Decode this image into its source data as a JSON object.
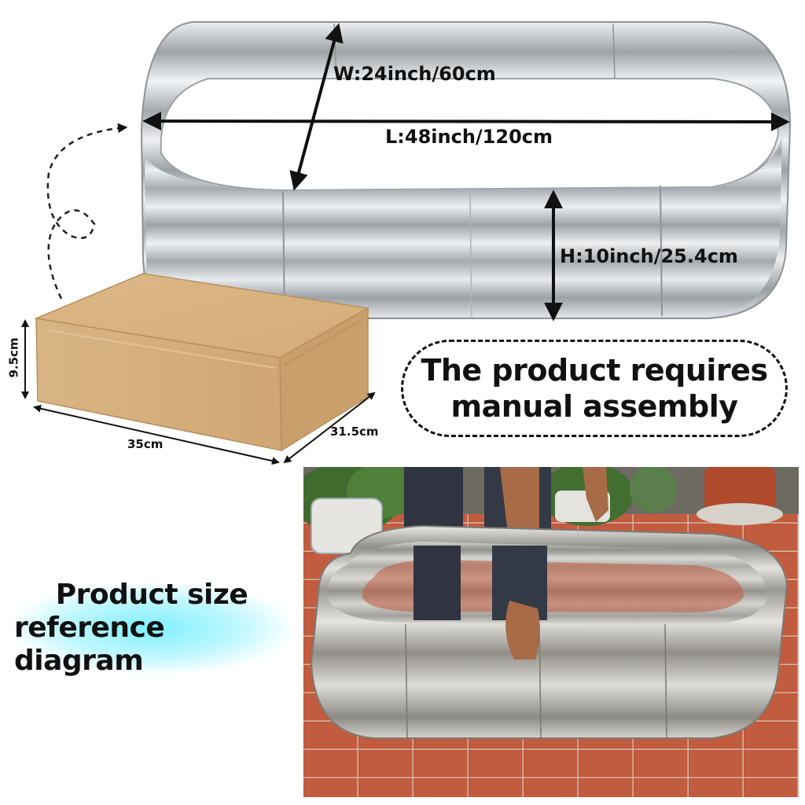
{
  "dimensions": {
    "width_label": "W:24inch/60cm",
    "length_label": "L:48inch/120cm",
    "height_label": "H:10inch/25.4cm"
  },
  "box": {
    "height_label": "9.5cm",
    "length_label": "35cm",
    "depth_label": "31.5cm"
  },
  "callout": {
    "line1": "The product requires",
    "line2": "manual assembly"
  },
  "size_reference": {
    "line1": "Product size",
    "line2": "reference diagram"
  },
  "colors": {
    "metal": "#c8ccd0",
    "metal_dark": "#8e9398",
    "cardboard": "#d7b181",
    "cardboard_dark": "#c59c6a",
    "tile": "#b5533a",
    "accent_cyan": "#7ff0ff"
  }
}
